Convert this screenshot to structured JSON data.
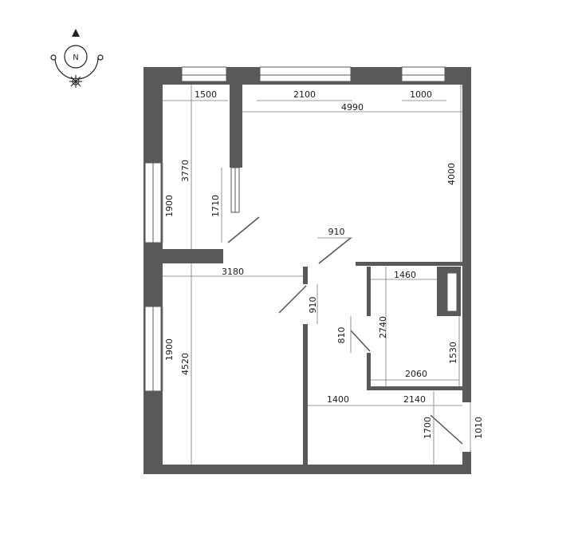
{
  "compass": {
    "label": "N"
  },
  "dimensions": {
    "top_left_room_width": "1500",
    "top_window_1": "2100",
    "top_window_2": "1000",
    "living_room_width": "4990",
    "left_room_height": "3770",
    "left_window_height": "1900",
    "partition_length": "1710",
    "living_room_height": "4000",
    "door_living": "910",
    "bedroom_width": "3180",
    "bedroom_door": "910",
    "bathroom_width": "1460",
    "bathroom_height": "2740",
    "bathroom_door": "810",
    "bathroom_wall": "1530",
    "bathroom_bottom": "2060",
    "bedroom_window_height": "1900",
    "bedroom_height": "4520",
    "hall_width_left": "1400",
    "hall_width_right": "2140",
    "entrance_height": "1700",
    "entrance_door": "1010"
  }
}
